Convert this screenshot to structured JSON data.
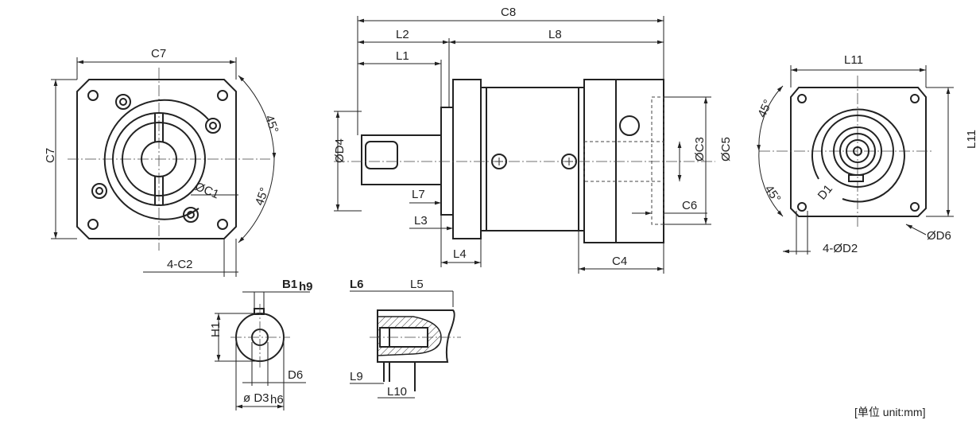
{
  "labels": {
    "c8": "C8",
    "l2": "L2",
    "l8": "L8",
    "l1": "L1",
    "c7_top": "C7",
    "c7_left": "C7",
    "deg45": "45°",
    "c1": "ØC1",
    "c2": "4-C2",
    "d4": "ØD4",
    "l7": "L7",
    "l3": "L3",
    "l4": "L4",
    "c3": "ØC3",
    "c5": "ØC5",
    "c6": "C6",
    "c4": "C4",
    "l11": "L11",
    "d1": "D1",
    "d2": "4-ØD2",
    "d6_right": "ØD6",
    "b1": "B1",
    "b1_tol": "h9",
    "h1": "H1",
    "d6": "D6",
    "d3": "ø D3",
    "d3_tol": "h6",
    "l6": "L6",
    "l5": "L5",
    "l9": "L9",
    "l10": "L10"
  },
  "unit_note": "[单位 unit:mm]"
}
